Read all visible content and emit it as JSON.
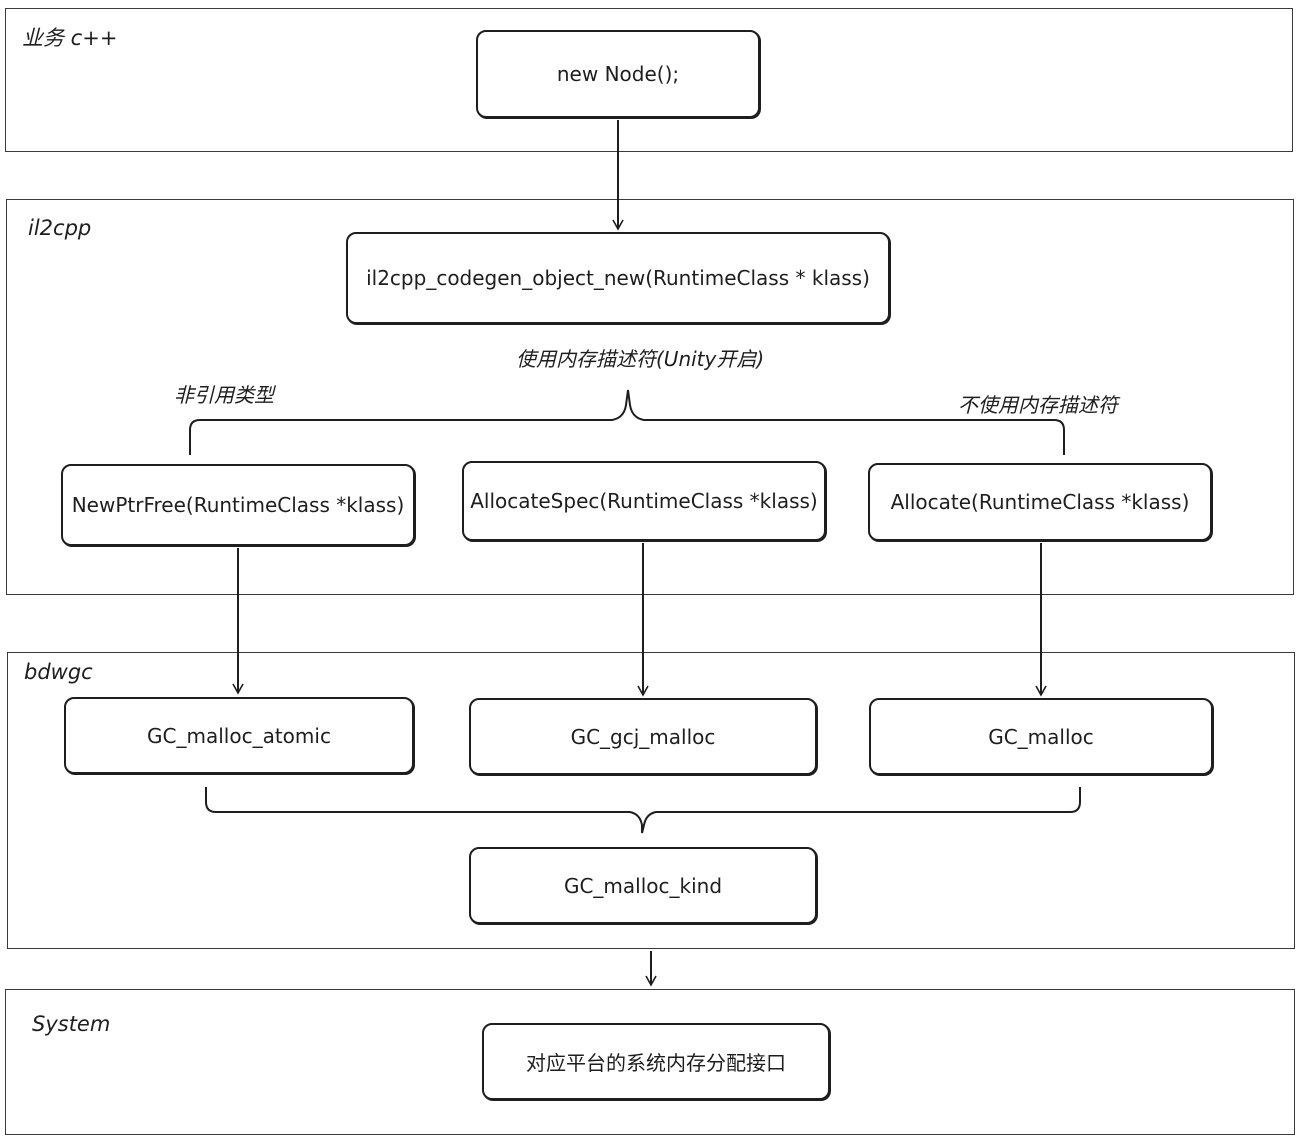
{
  "layers": {
    "business": "业务 c++",
    "il2cpp": "il2cpp",
    "bdwgc": "bdwgc",
    "system": "System"
  },
  "nodes": {
    "new_node": "new Node();",
    "codegen_object_new": "il2cpp_codegen_object_new(RuntimeClass * klass)",
    "new_ptr_free": "NewPtrFree(RuntimeClass *klass)",
    "allocate_spec": "AllocateSpec(RuntimeClass *klass)",
    "allocate": "Allocate(RuntimeClass *klass)",
    "gc_malloc_atomic": "GC_malloc_atomic",
    "gc_gcj_malloc": "GC_gcj_malloc",
    "gc_malloc": "GC_malloc",
    "gc_malloc_kind": "GC_malloc_kind",
    "platform_alloc": "对应平台的系统内存分配接口"
  },
  "notes": {
    "use_descriptor": "使用内存描述符(Unity开启)",
    "non_reference": "非引用类型",
    "no_descriptor": "不使用内存描述符"
  }
}
